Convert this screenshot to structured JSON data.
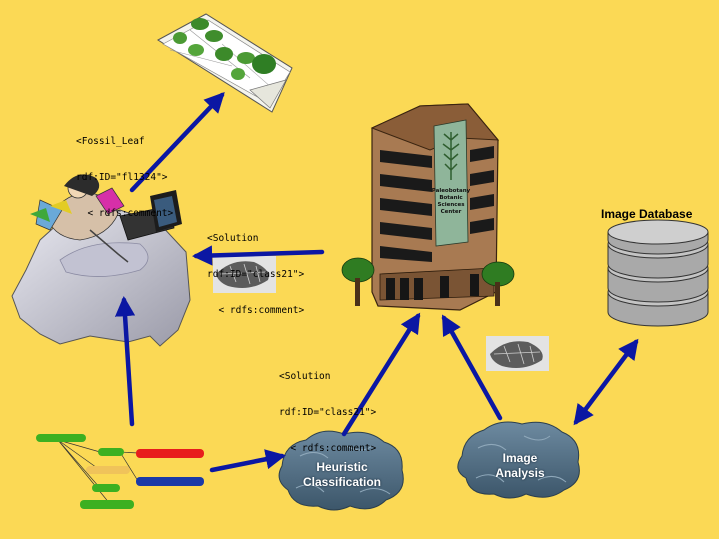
{
  "annotations": {
    "fossil_leaf": {
      "line1": "<Fossil_Leaf",
      "line2": "rdf:ID=\"fl1324\">",
      "line3": "  < rdfs:comment>"
    },
    "solution_top": {
      "line1": "<Solution",
      "line2": "rdf:ID=\"class21\">",
      "line3": "  < rdfs:comment>"
    },
    "solution_bottom": {
      "line1": "<Solution",
      "line2": "rdf:ID=\"class21\">",
      "line3": "  < rdfs:comment>"
    }
  },
  "image_database": {
    "title": "Image Database"
  },
  "brains": {
    "heuristic": {
      "line1": "Heuristic",
      "line2": "Classification"
    },
    "analysis": {
      "line1": "Image",
      "line2": "Analysis"
    }
  },
  "building_banner": {
    "lines": [
      "Paleobotany",
      "Botanic",
      "Sciences",
      "Center"
    ]
  },
  "colors": {
    "background": "#fbd955",
    "arrow": "#0b17a3",
    "brain": "#4f6f84",
    "database": "#b9b9b9"
  },
  "icons": [
    "leaf-book-icon",
    "researcher-laptop-icon",
    "office-building-icon",
    "database-cylinder-icon",
    "tree-diagram-icon",
    "brain-icon",
    "fossil-leaf-thumbnail-icon"
  ]
}
